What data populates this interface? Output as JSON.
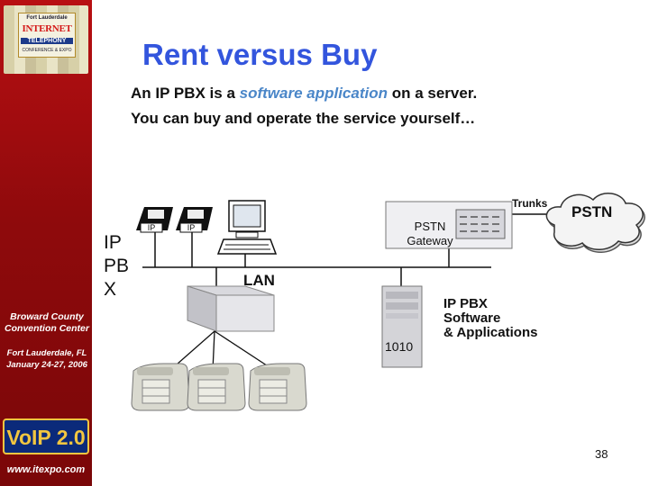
{
  "banner": {
    "logo_top": "Fort Lauderdale",
    "logo_main": "INTERNET",
    "logo_sub": "TELEPHONY",
    "logo_tag": "CONFERENCE & EXPO",
    "venue_line1": "Broward County",
    "venue_line2": "Convention Center",
    "city_line1": "Fort Lauderdale, FL",
    "city_line2": "January 24-27, 2006",
    "voip": "VoIP 2.0",
    "web": "www.itexpo.com"
  },
  "slide": {
    "title": "Rent versus Buy",
    "line1_before": "An IP PBX is a ",
    "line1_highlight": "software application",
    "line1_after": " on a server.",
    "line2": "You can buy and operate the service yourself…",
    "page_number": "38"
  },
  "diagram": {
    "ip_pbx_label": [
      "IP",
      "PB",
      "X"
    ],
    "phone_badge": "IP",
    "lan_label": "LAN",
    "trunks_label": "Trunks",
    "gateway_label": [
      "PSTN",
      "Gateway"
    ],
    "pstn_label": "PSTN",
    "server_label": [
      "IP PBX",
      "Software",
      "& Applications"
    ],
    "server_bits": "1010"
  },
  "colors": {
    "title": "#3355dd",
    "highlight": "#4a86c8",
    "banner_red": "#b80f12"
  }
}
